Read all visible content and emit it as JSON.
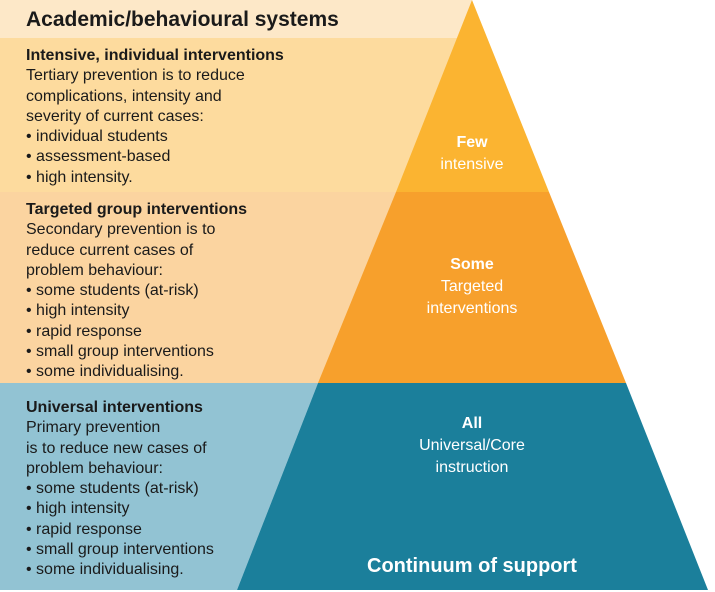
{
  "header": "Academic/behavioural systems",
  "tiers": [
    {
      "title": "Intensive, individual interventions",
      "lines": [
        "Tertiary prevention is to reduce",
        "complications, intensity and",
        "severity of current cases:",
        "• individual students",
        "• assessment-based",
        "• high intensity."
      ],
      "pyramid_label_bold": "Few",
      "pyramid_label": [
        "intensive"
      ]
    },
    {
      "title": "Targeted group interventions",
      "lines": [
        "Secondary prevention is to",
        "reduce current cases of",
        "problem behaviour:",
        "• some students (at-risk)",
        "• high intensity",
        "• rapid response",
        "• small group interventions",
        "• some individualising."
      ],
      "pyramid_label_bold": "Some",
      "pyramid_label": [
        "Targeted",
        "interventions"
      ]
    },
    {
      "title": "Universal interventions",
      "lines": [
        "Primary prevention",
        "is to reduce new cases of",
        "problem behaviour:",
        "• some students (at-risk)",
        "• high intensity",
        "• rapid response",
        "• small group interventions",
        "• some individualising."
      ],
      "pyramid_label_bold": "All",
      "pyramid_label": [
        "Universal/Core",
        "instruction"
      ]
    }
  ],
  "footer": "Continuum of support",
  "colors": {
    "header_bg": "#fde8c8",
    "tier1_bg": "#fddb9e",
    "tier2_bg": "#fbd4a0",
    "tier3_bg": "#92c3d3",
    "pyramid_top": "#fbb431",
    "pyramid_mid": "#f7a02c",
    "pyramid_bottom": "#1b7f9b"
  }
}
